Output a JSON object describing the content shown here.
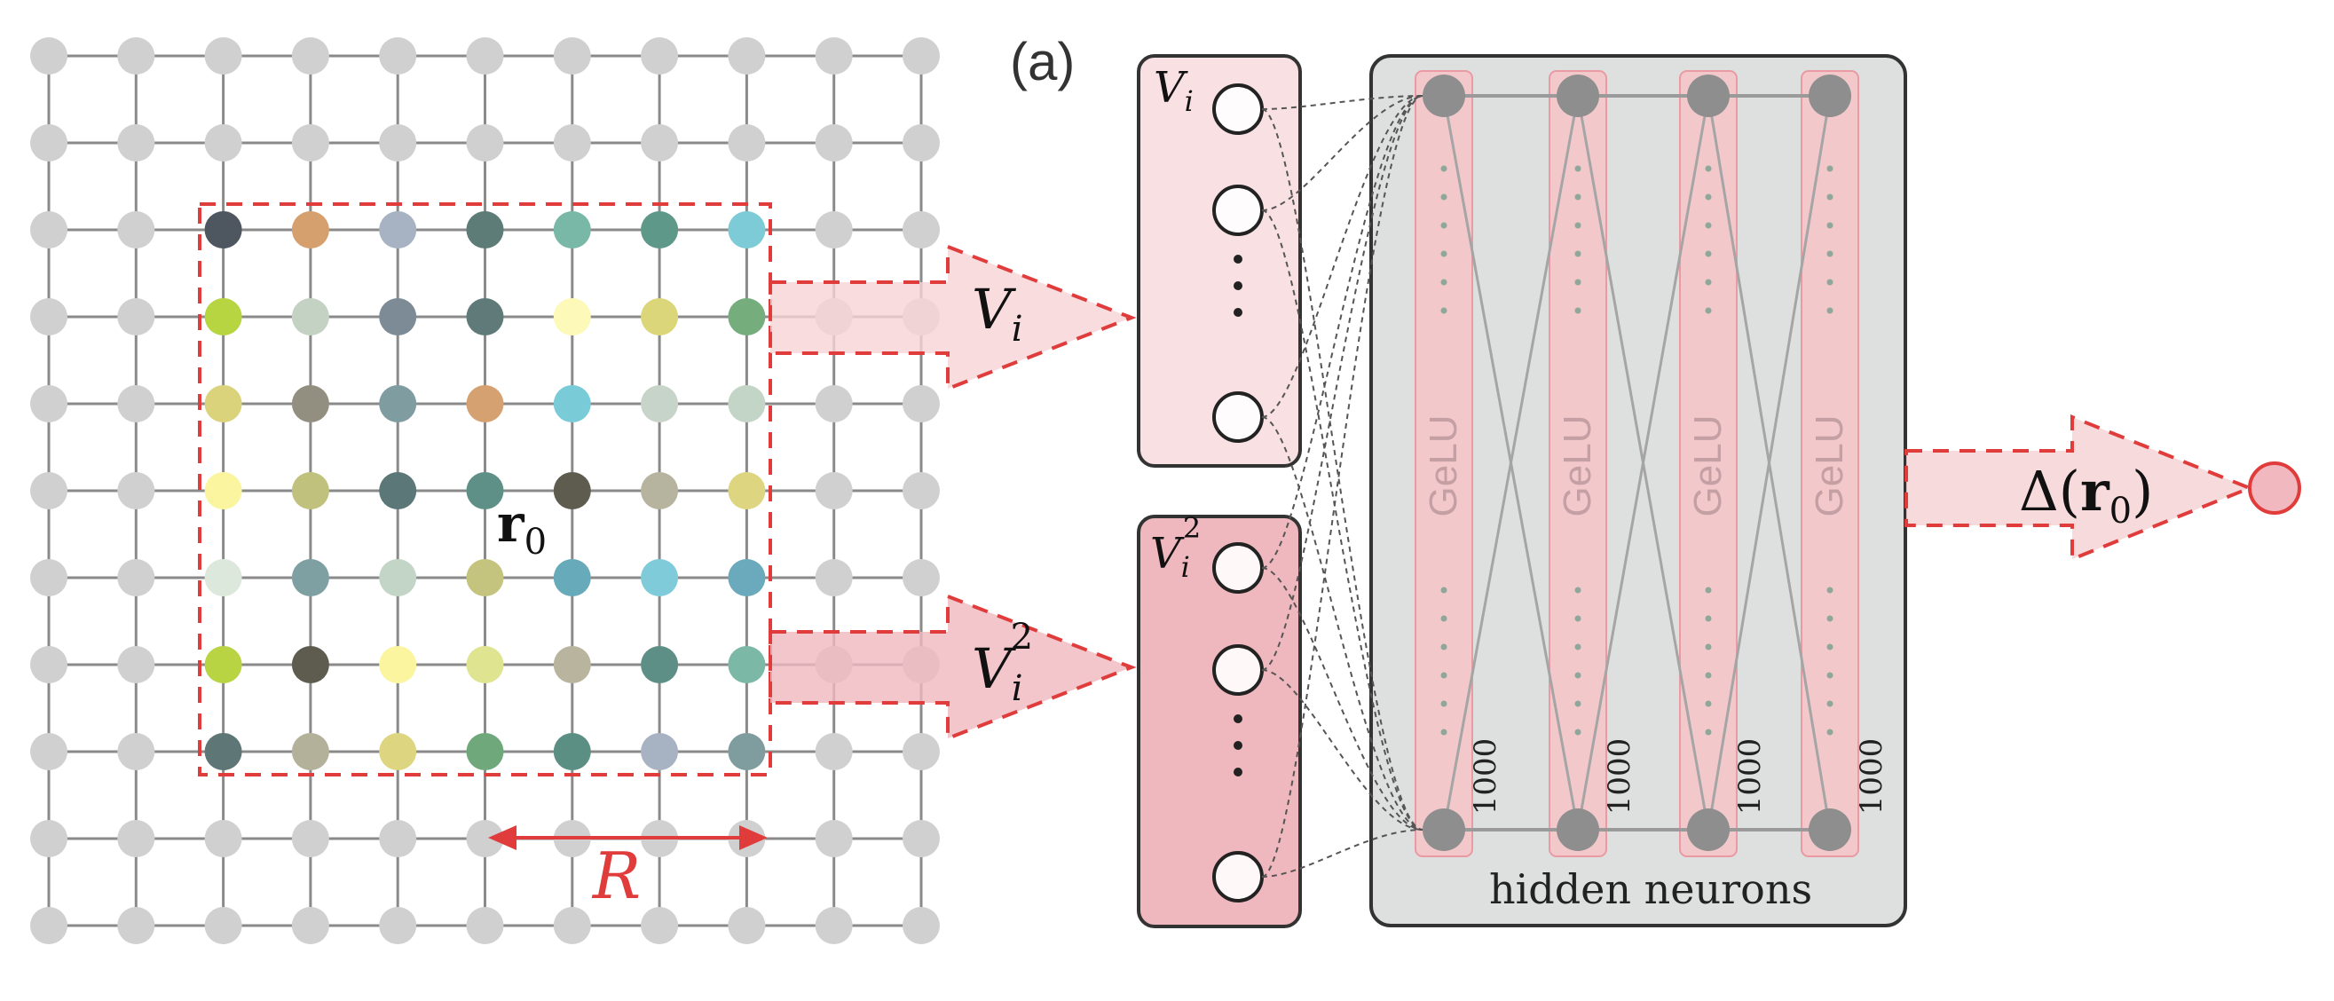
{
  "panel_label": "(a)",
  "colors": {
    "grid_line": "#8a8a8a",
    "grid_node": "#d0d0d0",
    "dashed_red": "#e03c3c",
    "arrow_fill": "#f6d3d6",
    "input_box_top": "#f9e1e3",
    "input_box_bottom": "#efb8be",
    "hidden_box": "#dedfdf",
    "gelu_strip": "#f6c4c8",
    "neuron": "#8e8e8e",
    "output_node": "#f2b8bf"
  },
  "lattice": {
    "cols": 11,
    "rows": 11,
    "site_colors": [
      [
        "#4e575f",
        "#d6a06e",
        "#a7b3c2",
        "#5d7b77",
        "#79b8a6",
        "#5e9889",
        "#7ccbd7"
      ],
      [
        "#b7d441",
        "#c4d2c4",
        "#7c8b95",
        "#5f7a78",
        "#fdf9b8",
        "#dcd67a",
        "#76ad7d"
      ],
      [
        "#dbd27c",
        "#938f80",
        "#7f9ca0",
        "#d6a170",
        "#79cbd8",
        "#c7d4c9",
        "#c3d5c6"
      ],
      [
        "#fbf59f",
        "#bfc17c",
        "#5b7777",
        "#5f9087",
        "#5d5c4f",
        "#b6b49e",
        "#ded580"
      ],
      [
        "#dce8dc",
        "#7fa0a3",
        "#c3d5c6",
        "#c4c47e",
        "#67aab9",
        "#7fcbd9",
        "#6aaabc"
      ],
      [
        "#b8d442",
        "#5d5c4f",
        "#fbf59f",
        "#dfe490",
        "#b8b49e",
        "#5d8f86",
        "#7bb8a6"
      ],
      [
        "#5e7776",
        "#b4b19b",
        "#ddd580",
        "#6fa97b",
        "#5b8f84",
        "#a7b3c2",
        "#7f9c9f"
      ]
    ]
  },
  "labels": {
    "r0": "r",
    "r0_sub": "0",
    "R": "R",
    "Vi": "V",
    "Vi_sub": "i",
    "Vi2": "V",
    "Vi2_sub": "i",
    "Vi2_sup": "2",
    "input_top": "V",
    "input_top_sub": "i",
    "input_bottom": "V",
    "input_bottom_sub": "i",
    "input_bottom_sup": "2",
    "output": "Δ(",
    "output_r": "r",
    "output_sub": "0",
    "output_close": ")",
    "hidden": "hidden neurons"
  },
  "layers": [
    {
      "activation": "GeLU",
      "size": "1000"
    },
    {
      "activation": "GeLU",
      "size": "1000"
    },
    {
      "activation": "GeLU",
      "size": "1000"
    },
    {
      "activation": "GeLU",
      "size": "1000"
    }
  ]
}
